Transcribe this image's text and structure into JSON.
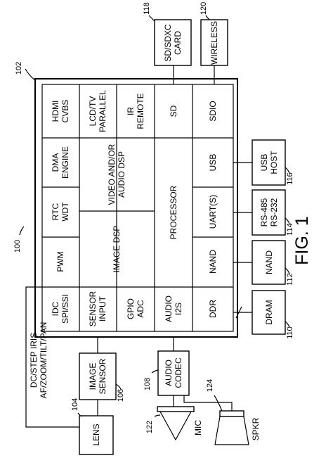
{
  "figure_label": "FIG. 1",
  "refs": {
    "system": "100",
    "chip": "102",
    "lens": "104",
    "image_sensor": "106",
    "audio_codec": "108",
    "dram": "110",
    "nand": "112",
    "rs485": "114",
    "usb_host": "116",
    "sd_card": "118",
    "wireless": "120",
    "mic": "122",
    "spkr": "124"
  },
  "chip_blocks": {
    "idc": [
      "IDC",
      "SPI/SSI"
    ],
    "pwm": [
      "PWM"
    ],
    "rtc": [
      "RTC",
      "WDT"
    ],
    "dma": [
      "DMA",
      "ENGINE"
    ],
    "hdmi": [
      "HDMI",
      "CVBS"
    ],
    "sensor_input": [
      "SENSOR",
      "INPUT"
    ],
    "image_dsp": [
      "IMAGE DSP"
    ],
    "video_audio_dsp": [
      "VIDEO AND/OR",
      "AUDIO DSP"
    ],
    "lcd": [
      "LCD/TV",
      "PARALLEL"
    ],
    "gpio": [
      "GPIO",
      "ADC"
    ],
    "ir": [
      "IR",
      "REMOTE"
    ],
    "audio_i2s": [
      "AUDIO",
      "I2S"
    ],
    "processor": [
      "PROCESSOR"
    ],
    "sd": [
      "SD"
    ],
    "ddr": [
      "DDR"
    ],
    "nand": [
      "NAND"
    ],
    "uart": [
      "UART(S)"
    ],
    "usb": [
      "USB"
    ],
    "sdio": [
      "SDIO"
    ]
  },
  "external": {
    "dram": [
      "DRAM"
    ],
    "nand": [
      "NAND"
    ],
    "rs485": [
      "RS-485",
      "RS-232"
    ],
    "usb_host": [
      "USB",
      "HOST"
    ],
    "sd_card": [
      "SD/SDXC",
      "CARD"
    ],
    "wireless": [
      "WIRELESS"
    ],
    "image_sensor": [
      "IMAGE",
      "SENSOR"
    ],
    "audio_codec": [
      "AUDIO",
      "CODEC"
    ],
    "lens": [
      "LENS"
    ]
  },
  "labels": {
    "lens_control": [
      "DC/STEP IRIS",
      "AF/ZOOM/TILT/PAN"
    ],
    "mic": "MIC",
    "spkr": "SPKR"
  }
}
